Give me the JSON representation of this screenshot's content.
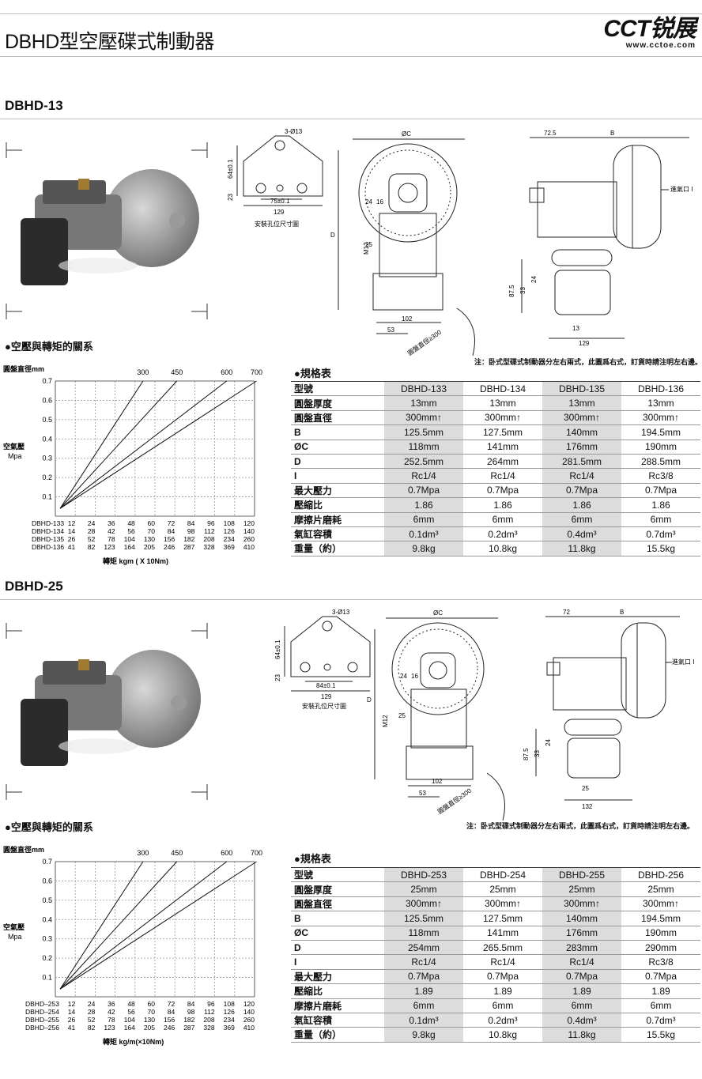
{
  "page": {
    "title": "DBHD型空壓碟式制動器",
    "logo_main": "CCT锐展",
    "logo_url": "www.cctoe.com"
  },
  "sections": [
    {
      "title": "DBHD-13",
      "mount_label": "安裝孔位尺寸圖",
      "mount_dims": {
        "holes": "3-Ø13",
        "w": "129",
        "h1": "64±0.1",
        "h2": "23",
        "w2": "75±0.1"
      },
      "front_dims": {
        "oc": "ØC",
        "d": "D",
        "m": "M12",
        "a": "24",
        "b": "16",
        "c": "25",
        "w102": "102",
        "w53": "53",
        "disc": "圓盤直徑≥300"
      },
      "side_dims": {
        "a": "72.5",
        "b": "B",
        "inlet": "進氣口 I",
        "h1": "87.5",
        "h2": "33",
        "h3": "24",
        "w1": "13",
        "w2": "129"
      },
      "note": "注：卧式型碟式制動器分左右兩式，此圖爲右式，訂貨時請注明左右邊。",
      "chart_heading": "●空壓與轉矩的關系",
      "spec_heading": "●規格表",
      "chart_data": {
        "type": "line",
        "title": "",
        "ylabel_top": "圓盤直徑mm",
        "ylabel": "空氣壓",
        "ylabel_unit": "Mpa",
        "xlabel": "轉矩  kgm ( X 10Nm)",
        "ylim": [
          0,
          0.7
        ],
        "y_ticks": [
          "0.1",
          "0.2",
          "0.3",
          "0.4",
          "0.5",
          "0.6",
          "0.7"
        ],
        "grid": true,
        "series": [
          {
            "name": "300",
            "x": [
              0,
              4.4
            ],
            "y": [
              0.04,
              0.7
            ]
          },
          {
            "name": "450",
            "x": [
              0,
              6.1
            ],
            "y": [
              0.04,
              0.7
            ]
          },
          {
            "name": "600",
            "x": [
              0,
              8.6
            ],
            "y": [
              0.04,
              0.7
            ]
          },
          {
            "name": "700",
            "x": [
              0,
              10.1
            ],
            "y": [
              0.04,
              0.7
            ]
          }
        ],
        "x_scale_rows": [
          {
            "name": "DBHD-133",
            "values": [
              "12",
              "24",
              "36",
              "48",
              "60",
              "72",
              "84",
              "96",
              "108",
              "120"
            ]
          },
          {
            "name": "DBHD-134",
            "values": [
              "14",
              "28",
              "42",
              "56",
              "70",
              "84",
              "98",
              "112",
              "126",
              "140"
            ]
          },
          {
            "name": "DBHD-135",
            "values": [
              "26",
              "52",
              "78",
              "104",
              "130",
              "156",
              "182",
              "208",
              "234",
              "260"
            ]
          },
          {
            "name": "DBHD-136",
            "values": [
              "41",
              "82",
              "123",
              "164",
              "205",
              "246",
              "287",
              "328",
              "369",
              "410"
            ]
          }
        ]
      },
      "table": {
        "header": [
          "型號",
          "DBHD-133",
          "DBHD-134",
          "DBHD-135",
          "DBHD-136"
        ],
        "rows": [
          [
            "圓盤厚度",
            "13mm",
            "13mm",
            "13mm",
            "13mm"
          ],
          [
            "圓盤直徑",
            "300mm↑",
            "300mm↑",
            "300mm↑",
            "300mm↑"
          ],
          [
            "B",
            "125.5mm",
            "127.5mm",
            "140mm",
            "194.5mm"
          ],
          [
            "ØC",
            "118mm",
            "141mm",
            "176mm",
            "190mm"
          ],
          [
            "D",
            "252.5mm",
            "264mm",
            "281.5mm",
            "288.5mm"
          ],
          [
            "I",
            "Rc1/4",
            "Rc1/4",
            "Rc1/4",
            "Rc3/8"
          ],
          [
            "最大壓力",
            "0.7Mpa",
            "0.7Mpa",
            "0.7Mpa",
            "0.7Mpa"
          ],
          [
            "壓縮比",
            "1.86",
            "1.86",
            "1.86",
            "1.86"
          ],
          [
            "摩擦片磨耗",
            "6mm",
            "6mm",
            "6mm",
            "6mm"
          ],
          [
            "氣缸容積",
            "0.1dm³",
            "0.2dm³",
            "0.4dm³",
            "0.7dm³"
          ],
          [
            "重量（約）",
            "9.8kg",
            "10.8kg",
            "11.8kg",
            "15.5kg"
          ]
        ]
      }
    },
    {
      "title": "DBHD-25",
      "mount_label": "安裝孔位尺寸圖",
      "mount_dims": {
        "holes": "3-Ø13",
        "w": "129",
        "h1": "64±0.1",
        "h2": "23",
        "w2": "84±0.1"
      },
      "front_dims": {
        "oc": "ØC",
        "d": "D",
        "m": "M12",
        "a": "24",
        "b": "16",
        "c": "25",
        "w102": "102",
        "w53": "53",
        "disc": "圓盤直徑≥300"
      },
      "side_dims": {
        "a": "72",
        "b": "B",
        "inlet": "進氣口 I",
        "h1": "87.5",
        "h2": "33",
        "h3": "24",
        "w1": "25",
        "w2": "132"
      },
      "note": "注：卧式型碟式制動器分左右兩式，此圖爲右式，訂貨時請注明左右邊。",
      "chart_heading": "●空壓與轉矩的關系",
      "spec_heading": "●規格表",
      "chart_data": {
        "type": "line",
        "title": "",
        "ylabel_top": "圓盤直徑mm",
        "ylabel": "空氣壓",
        "ylabel_unit": "Mpa",
        "xlabel": "轉矩 kg/m(×10Nm)",
        "ylim": [
          0,
          0.7
        ],
        "y_ticks": [
          "0.1",
          "0.2",
          "0.3",
          "0.4",
          "0.5",
          "0.6",
          "0.7"
        ],
        "grid": true,
        "series": [
          {
            "name": "300",
            "x": [
              0,
              4.4
            ],
            "y": [
              0.04,
              0.7
            ]
          },
          {
            "name": "450",
            "x": [
              0,
              6.1
            ],
            "y": [
              0.04,
              0.7
            ]
          },
          {
            "name": "600",
            "x": [
              0,
              8.6
            ],
            "y": [
              0.04,
              0.7
            ]
          },
          {
            "name": "700",
            "x": [
              0,
              10.1
            ],
            "y": [
              0.04,
              0.7
            ]
          }
        ],
        "x_scale_rows": [
          {
            "name": "DBHD–253",
            "values": [
              "12",
              "24",
              "36",
              "48",
              "60",
              "72",
              "84",
              "96",
              "108",
              "120"
            ]
          },
          {
            "name": "DBHD–254",
            "values": [
              "14",
              "28",
              "42",
              "56",
              "70",
              "84",
              "98",
              "112",
              "126",
              "140"
            ]
          },
          {
            "name": "DBHD–255",
            "values": [
              "26",
              "52",
              "78",
              "104",
              "130",
              "156",
              "182",
              "208",
              "234",
              "260"
            ]
          },
          {
            "name": "DBHD–256",
            "values": [
              "41",
              "82",
              "123",
              "164",
              "205",
              "246",
              "287",
              "328",
              "369",
              "410"
            ]
          }
        ]
      },
      "table": {
        "header": [
          "型號",
          "DBHD-253",
          "DBHD-254",
          "DBHD-255",
          "DBHD-256"
        ],
        "rows": [
          [
            "圓盤厚度",
            "25mm",
            "25mm",
            "25mm",
            "25mm"
          ],
          [
            "圓盤直徑",
            "300mm↑",
            "300mm↑",
            "300mm↑",
            "300mm↑"
          ],
          [
            "B",
            "125.5mm",
            "127.5mm",
            "140mm",
            "194.5mm"
          ],
          [
            "ØC",
            "118mm",
            "141mm",
            "176mm",
            "190mm"
          ],
          [
            "D",
            "254mm",
            "265.5mm",
            "283mm",
            "290mm"
          ],
          [
            "I",
            "Rc1/4",
            "Rc1/4",
            "Rc1/4",
            "Rc3/8"
          ],
          [
            "最大壓力",
            "0.7Mpa",
            "0.7Mpa",
            "0.7Mpa",
            "0.7Mpa"
          ],
          [
            "壓縮比",
            "1.89",
            "1.89",
            "1.89",
            "1.89"
          ],
          [
            "摩擦片磨耗",
            "6mm",
            "6mm",
            "6mm",
            "6mm"
          ],
          [
            "氣缸容積",
            "0.1dm³",
            "0.2dm³",
            "0.4dm³",
            "0.7dm³"
          ],
          [
            "重量（約）",
            "9.8kg",
            "10.8kg",
            "11.8kg",
            "15.5kg"
          ]
        ]
      }
    }
  ]
}
